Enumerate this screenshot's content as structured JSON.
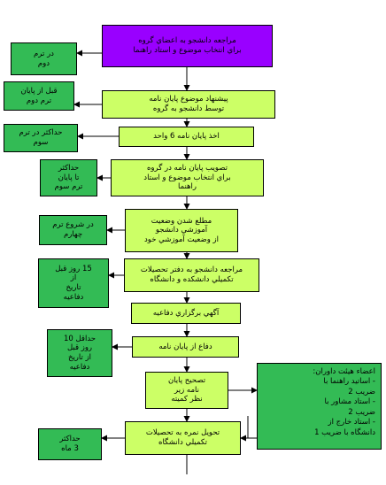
{
  "flowchart": {
    "main_steps": [
      "مراجعه دانشجو به اعضاي گروه\nبراي انتخاب موضوع و استاد راهنما",
      "پیشنهاد موضوع پایان نامه\nتوسط دانشجو به گروه",
      "اخذ پایان نامه 6 واحد",
      "تصویب پایان نامه در گروه\nبراي انتخاب موضوع و استاد\nراهنما",
      "مطلع شدن وضعیت\nآموزشي دانشجو\nاز وضعیت آموزشي خود",
      "مراجعه دانشجو به دفتر تحصیلات\nتکمیلي دانشکده و دانشگاه",
      "آگهي برگزاري دفاعیه",
      "دفاع از پایان نامه",
      "تصحیح پایان\nنامه زیر\nنظر کمیته",
      "تحویل نمره به تحصیلات\nتکمیلي دانشگاه"
    ],
    "timing_notes": [
      "در ترم\nدوم",
      "قبل از پایان\nترم دوم",
      "حداکثر در ترم\nسوم",
      "حداکثر\nتا پایان\nترم سوم",
      "در شروع ترم\nچهارم",
      "15 روز قبل\nاز\nتاریخ\nدفاعیه",
      "حداقل 10\nروز قبل\nاز تاریخ\nدفاعیه",
      "حداکثر\n3 ماه"
    ],
    "committee_note": "اعضاء هیئت داوران:\n- اساتید راهنما با\nضریب 2\n- استاد مشاور با\nضریب 2\n- استاد خارج از\nدانشگاه با ضریب 1"
  },
  "colors": {
    "main_step": "#ccff66",
    "first_step": "#9900ff",
    "note": "#33bb55",
    "border": "#000000"
  }
}
